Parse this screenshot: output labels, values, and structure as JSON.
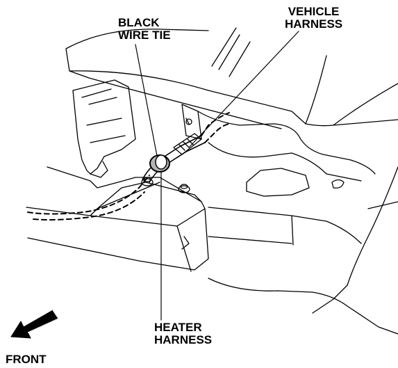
{
  "labels": {
    "black_wire_tie": [
      "BLACK",
      "WIRE TIE"
    ],
    "vehicle_harness": [
      "VEHICLE",
      "HARNESS"
    ],
    "heater_harness": [
      "HEATER",
      "HARNESS"
    ],
    "front": "FRONT"
  },
  "colors": {
    "ink": "#000000",
    "tie_fill": "#b3b3b3",
    "background": "#ffffff"
  },
  "icons": {
    "front_arrow": "arrow-down-left-icon"
  }
}
